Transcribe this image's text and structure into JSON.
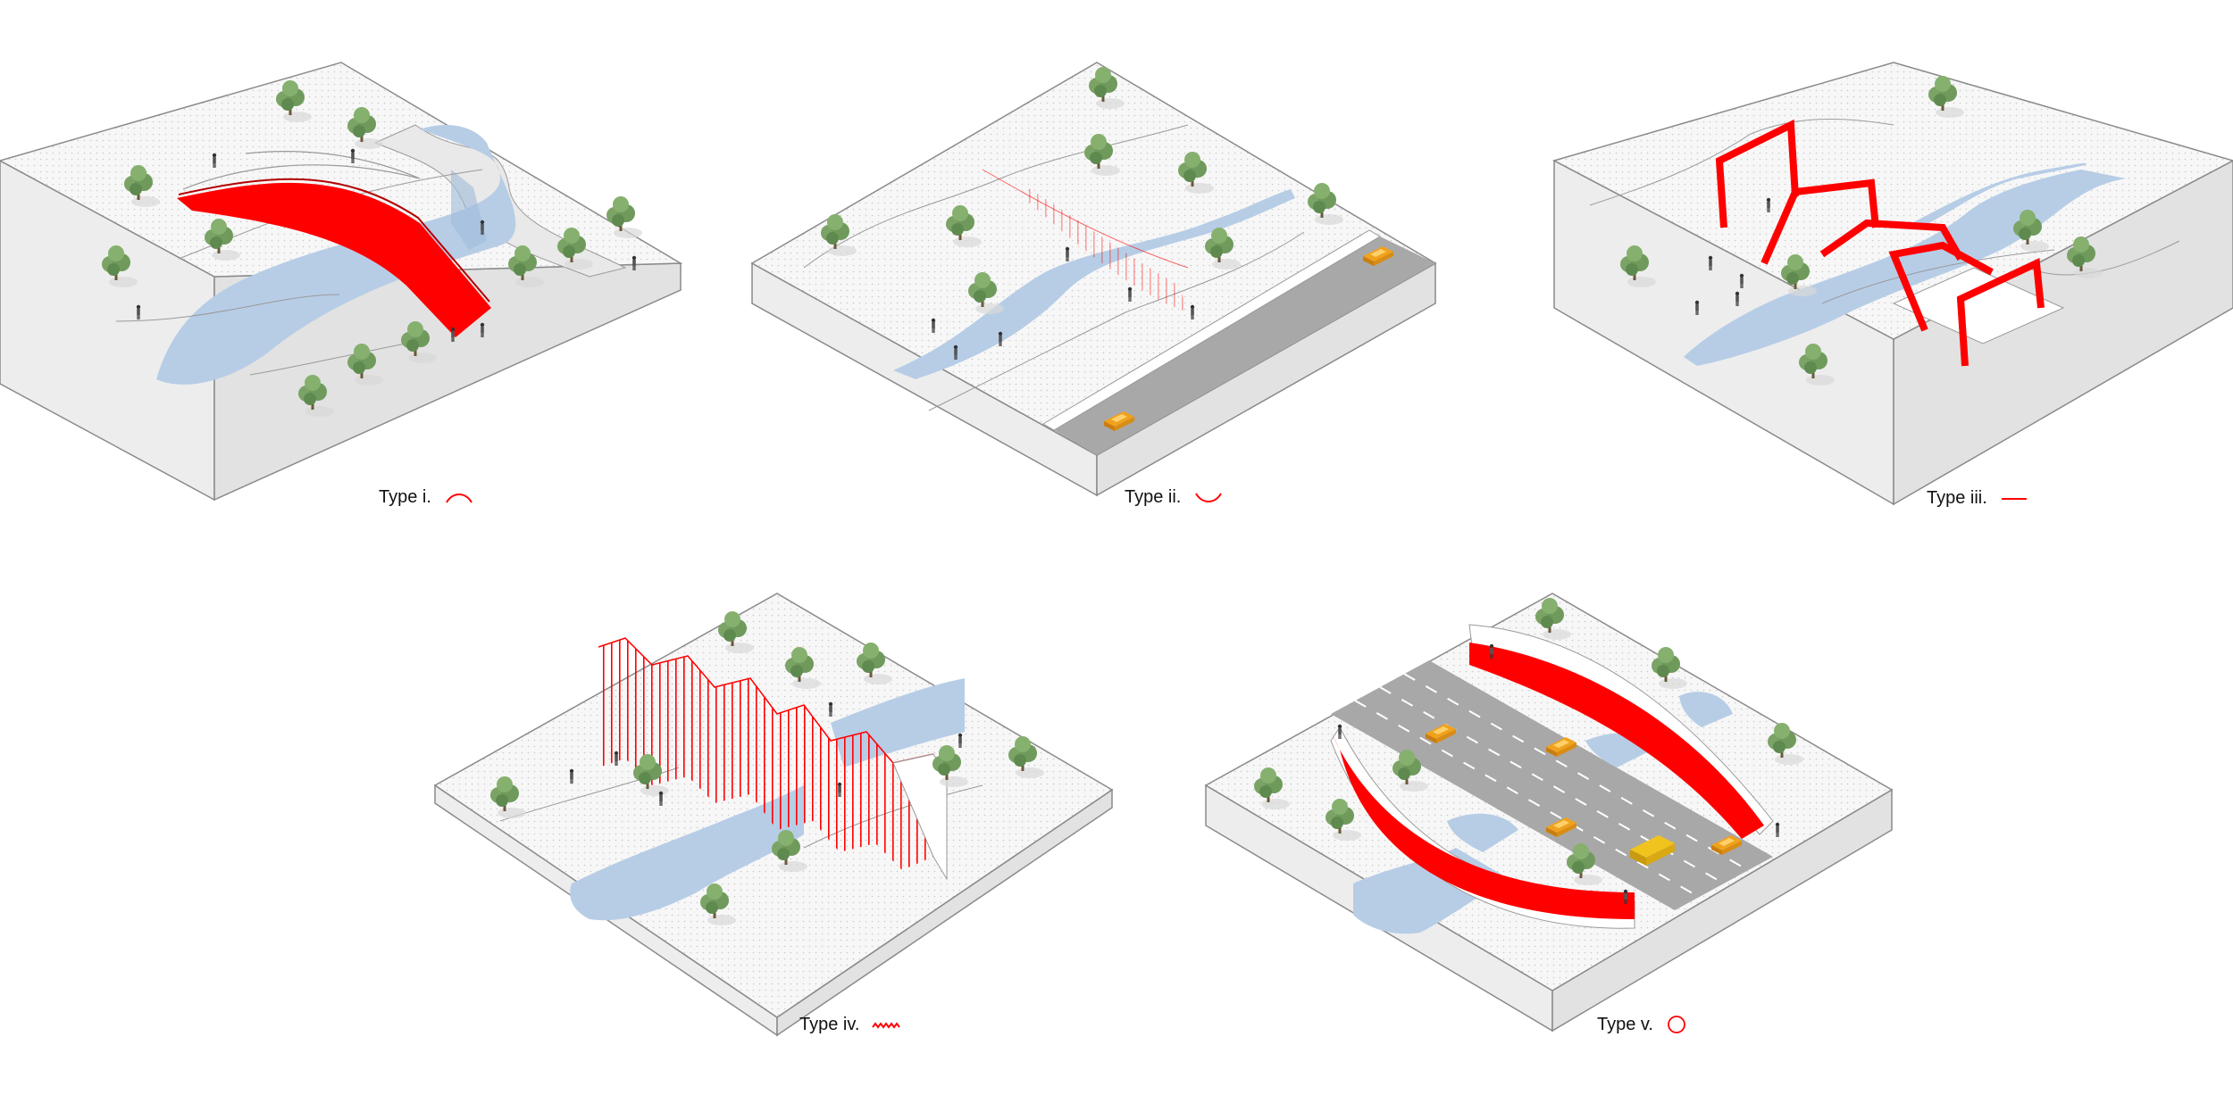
{
  "colors": {
    "accent_red": "#ff0000",
    "water": "#b7cde6",
    "ground_top": "#f7f7f7",
    "ground_side": "#ededed",
    "road": "#a8a8a8",
    "tree": "#6f9a5c",
    "car": "#f0a21c",
    "outline": "#8a8a8a"
  },
  "types": [
    {
      "label": "Type i.",
      "icon": "arc-over-icon"
    },
    {
      "label": "Type ii.",
      "icon": "arc-under-icon"
    },
    {
      "label": "Type iii.",
      "icon": "straight-line-icon"
    },
    {
      "label": "Type iv.",
      "icon": "zigzag-icon"
    },
    {
      "label": "Type v.",
      "icon": "circle-icon"
    }
  ]
}
